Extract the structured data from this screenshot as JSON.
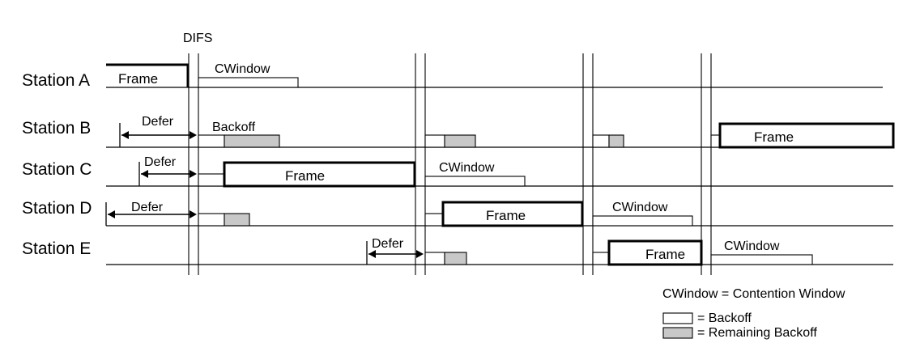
{
  "difs_label": "DIFS",
  "stations": [
    {
      "id": "a",
      "label": "Station A"
    },
    {
      "id": "b",
      "label": "Station B"
    },
    {
      "id": "c",
      "label": "Station C"
    },
    {
      "id": "d",
      "label": "Station D"
    },
    {
      "id": "e",
      "label": "Station E"
    }
  ],
  "labels": {
    "frame": "Frame",
    "cwindow": "CWindow",
    "defer": "Defer",
    "backoff": "Backoff"
  },
  "legend": {
    "definition": "CWindow = Contention Window",
    "backoff": "= Backoff",
    "remaining": "= Remaining Backoff"
  },
  "colors": {
    "line": "#000000",
    "remaining_fill": "#c8c8c8",
    "background": "#ffffff"
  }
}
